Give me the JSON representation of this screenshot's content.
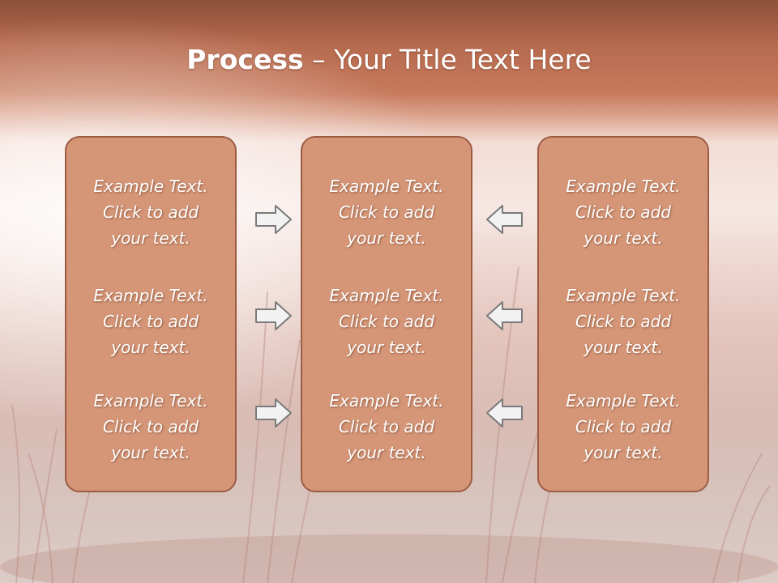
{
  "slide": {
    "title_bold": "Process",
    "title_rest": " – Your Title Text Here",
    "colors": {
      "box_fill": "#d59677",
      "box_border": "#9c5c44",
      "arrow_fill": "#f2f2f2",
      "arrow_stroke": "#7a7a7a"
    }
  },
  "columns": [
    {
      "items": [
        {
          "line1": "Example Text.",
          "line2": "Click  to add",
          "line3": "your text."
        },
        {
          "line1": "Example Text.",
          "line2": "Click  to add",
          "line3": "your text."
        },
        {
          "line1": "Example Text.",
          "line2": "Click  to add",
          "line3": "your text."
        }
      ]
    },
    {
      "items": [
        {
          "line1": "Example Text.",
          "line2": "Click  to add",
          "line3": "your text."
        },
        {
          "line1": "Example Text.",
          "line2": "Click  to add",
          "line3": "your text."
        },
        {
          "line1": "Example Text.",
          "line2": "Click  to add",
          "line3": "your text."
        }
      ]
    },
    {
      "items": [
        {
          "line1": "Example Text.",
          "line2": "Click  to add",
          "line3": "your text."
        },
        {
          "line1": "Example Text.",
          "line2": "Click  to add",
          "line3": "your text."
        },
        {
          "line1": "Example Text.",
          "line2": "Click  to add",
          "line3": "your text."
        }
      ]
    }
  ],
  "arrows": {
    "left": [
      {
        "icon": "arrow-right-icon"
      },
      {
        "icon": "arrow-right-icon"
      },
      {
        "icon": "arrow-right-icon"
      }
    ],
    "right": [
      {
        "icon": "arrow-left-icon"
      },
      {
        "icon": "arrow-left-icon"
      },
      {
        "icon": "arrow-left-icon"
      }
    ]
  }
}
